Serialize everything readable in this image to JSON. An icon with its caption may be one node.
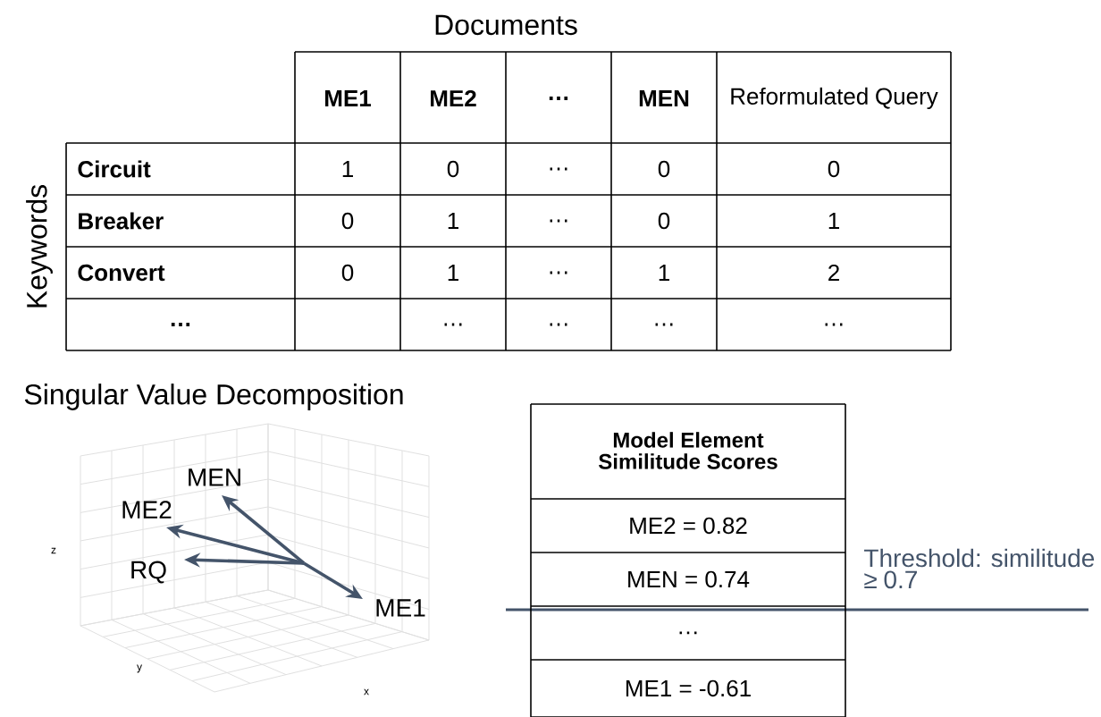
{
  "diagram": {
    "title": "Singular Value Decomposition",
    "nodes": [
      {
        "text": [
          "MEN"
        ]
      },
      {
        "text": [
          "ME2"
        ]
      },
      {
        "text": [
          "RQ"
        ]
      },
      {
        "text": [
          "ME1"
        ]
      }
    ],
    "edges": [
      {
        "from": null,
        "to": 0,
        "arrow": "to"
      },
      {
        "from": null,
        "to": 1,
        "arrow": "to"
      },
      {
        "from": null,
        "to": 2,
        "arrow": "to"
      },
      {
        "from": null,
        "to": 3,
        "arrow": "to"
      }
    ],
    "labels": [
      "Documents",
      "ME1",
      "ME2",
      "…",
      "MEN",
      "Reformulated Query",
      "Keywords",
      "Circuit",
      "1",
      "0",
      "…",
      "0",
      "0",
      "Breaker",
      "0",
      "1",
      "…",
      "0",
      "1",
      "Convert",
      "0",
      "1",
      "…",
      "1",
      "2",
      "…",
      "…",
      "…",
      "…",
      "…",
      "z",
      "y",
      "x",
      "Model Element Similitude Scores",
      "ME2 = 0.82",
      "MEN = 0.74",
      "…",
      "ME1 = -0.61",
      "Threshold: similitude ≥ 0.7"
    ]
  }
}
